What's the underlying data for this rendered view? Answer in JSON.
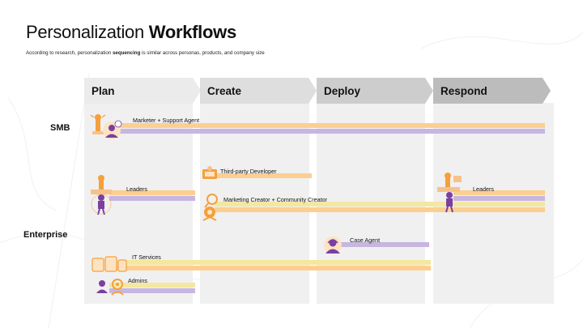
{
  "title": {
    "regular": "Personalization ",
    "bold": "Workflows"
  },
  "subtitle": {
    "before": "According to research, personalization ",
    "bold": "sequencing",
    "after": " is similar across personas, products, and company size"
  },
  "phases": [
    "Plan",
    "Create",
    "Deploy",
    "Respond"
  ],
  "rows": {
    "smb": "SMB",
    "enterprise": "Enterprise"
  },
  "personas": {
    "marketer_support": "Marketer + Support Agent",
    "third_party": "Third-party Developer",
    "leaders_plan": "Leaders",
    "marketing_community": "Marketing Creator + Community Creator",
    "leaders_respond": "Leaders",
    "case_agent": "Case Agent",
    "it_services": "IT Services",
    "admins": "Admins"
  },
  "colors": {
    "orange": "#fbcf92",
    "purple": "#c6b6e0",
    "yellow": "#f4e7a0",
    "icon_orange": "#f5a03c",
    "icon_purple": "#7b3fa0"
  }
}
